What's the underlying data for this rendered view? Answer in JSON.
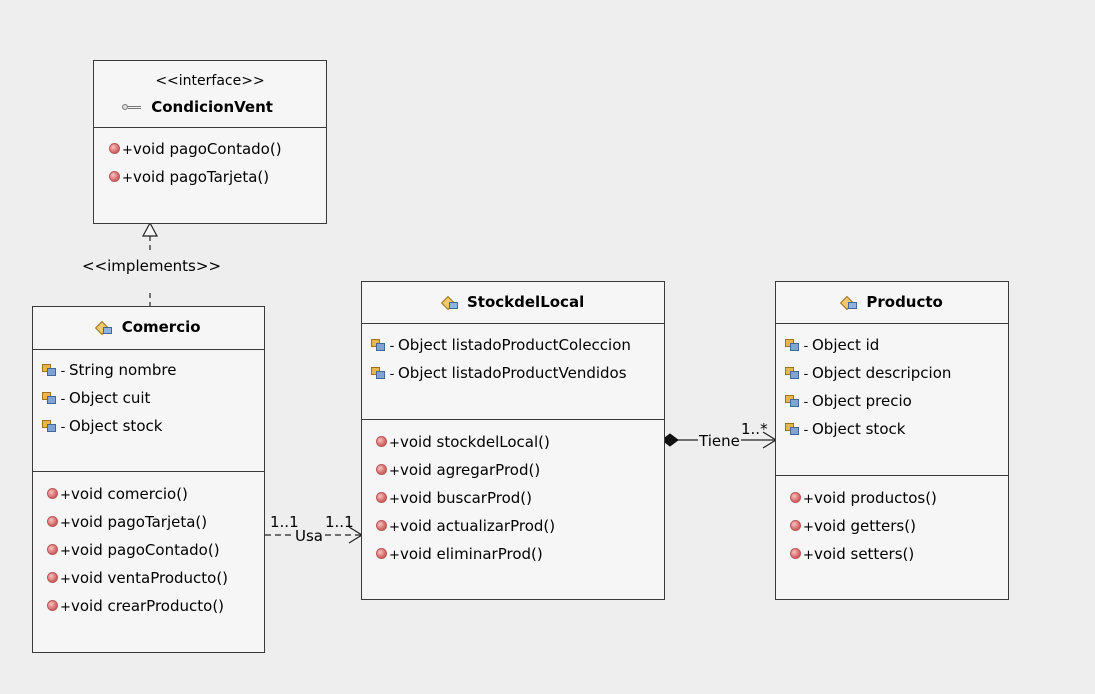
{
  "interface": {
    "stereotype": "<<interface>>",
    "name": "CondicionVent",
    "icon": "interface-icon",
    "operations": [
      {
        "vis": "+",
        "text": "void pagoContado()"
      },
      {
        "vis": "+",
        "text": "void pagoTarjeta()"
      }
    ]
  },
  "comercio": {
    "name": "Comercio",
    "icon": "class-icon",
    "attributes": [
      {
        "vis": "-",
        "text": "String nombre"
      },
      {
        "vis": "-",
        "text": "Object cuit"
      },
      {
        "vis": "-",
        "text": "Object stock"
      }
    ],
    "operations": [
      {
        "vis": "+",
        "text": "void comercio()"
      },
      {
        "vis": "+",
        "text": "void pagoTarjeta()"
      },
      {
        "vis": "+",
        "text": "void pagoContado()"
      },
      {
        "vis": "+",
        "text": "void ventaProducto()"
      },
      {
        "vis": "+",
        "text": "void crearProducto()"
      }
    ]
  },
  "stock": {
    "name": "StockdelLocal",
    "icon": "class-icon",
    "attributes": [
      {
        "vis": "-",
        "text": "Object listadoProductColeccion"
      },
      {
        "vis": "-",
        "text": "Object listadoProductVendidos"
      }
    ],
    "operations": [
      {
        "vis": "+",
        "text": "void stockdelLocal()"
      },
      {
        "vis": "+",
        "text": "void agregarProd()"
      },
      {
        "vis": "+",
        "text": "void buscarProd()"
      },
      {
        "vis": "+",
        "text": "void actualizarProd()"
      },
      {
        "vis": "+",
        "text": "void eliminarProd()"
      }
    ]
  },
  "producto": {
    "name": "Producto",
    "icon": "class-icon",
    "attributes": [
      {
        "vis": "-",
        "text": "Object id"
      },
      {
        "vis": "-",
        "text": "Object descripcion"
      },
      {
        "vis": "-",
        "text": "Object precio"
      },
      {
        "vis": "-",
        "text": "Object stock"
      }
    ],
    "operations": [
      {
        "vis": "+",
        "text": "void productos()"
      },
      {
        "vis": "+",
        "text": "void getters()"
      },
      {
        "vis": "+",
        "text": "void setters()"
      }
    ]
  },
  "relations": {
    "implements": {
      "label": "<<implements>>"
    },
    "usa": {
      "label": "Usa",
      "source_mult": "1..1",
      "target_mult": "1..1"
    },
    "tiene": {
      "label": "Tiene",
      "target_mult": "1..*"
    }
  },
  "colors": {
    "background": "#eeeeee",
    "box_fill": "#f6f6f6",
    "box_border": "#3a3a3a",
    "operation_icon": "#d86a6a"
  }
}
